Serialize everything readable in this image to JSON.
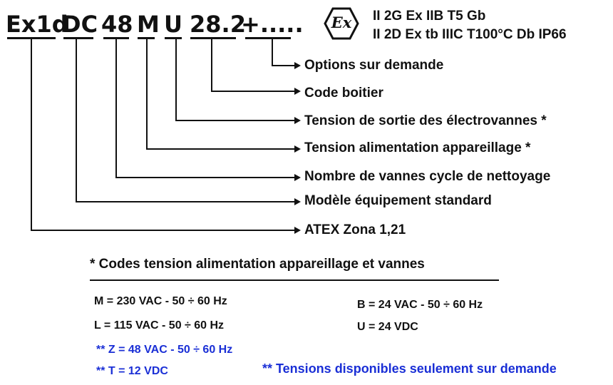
{
  "code_parts": [
    "Ex1d",
    "DC",
    "48",
    "M",
    "U",
    "28.2",
    "+....."
  ],
  "ex_symbol": "Ex",
  "atex_lines": [
    "II 2G Ex IIB T5 Gb",
    "II 2D Ex tb IIIC  T100°C  Db  IP66"
  ],
  "labels": [
    "Options sur demande",
    "Code boitier",
    "Tension de sortie des électrovannes *",
    "Tension alimentation appareillage *",
    "Nombre de vannes cycle de nettoyage",
    "Modèle équipement standard",
    "ATEX Zona 1,21"
  ],
  "notes": {
    "title": "* Codes tension alimentation appareillage et vannes",
    "left_codes": [
      "M = 230 VAC - 50 ÷ 60 Hz",
      "L = 115 VAC - 50 ÷ 60 Hz"
    ],
    "right_codes": [
      "B = 24 VAC - 50 ÷ 60 Hz",
      "U = 24 VDC"
    ],
    "special_codes": [
      "** Z = 48 VAC - 50 ÷ 60 Hz",
      "** T = 12 VDC"
    ],
    "special_footnote": "** Tensions disponibles seulement sur demande"
  },
  "colors": {
    "text": "#111111",
    "special": "#1a2fd6"
  }
}
